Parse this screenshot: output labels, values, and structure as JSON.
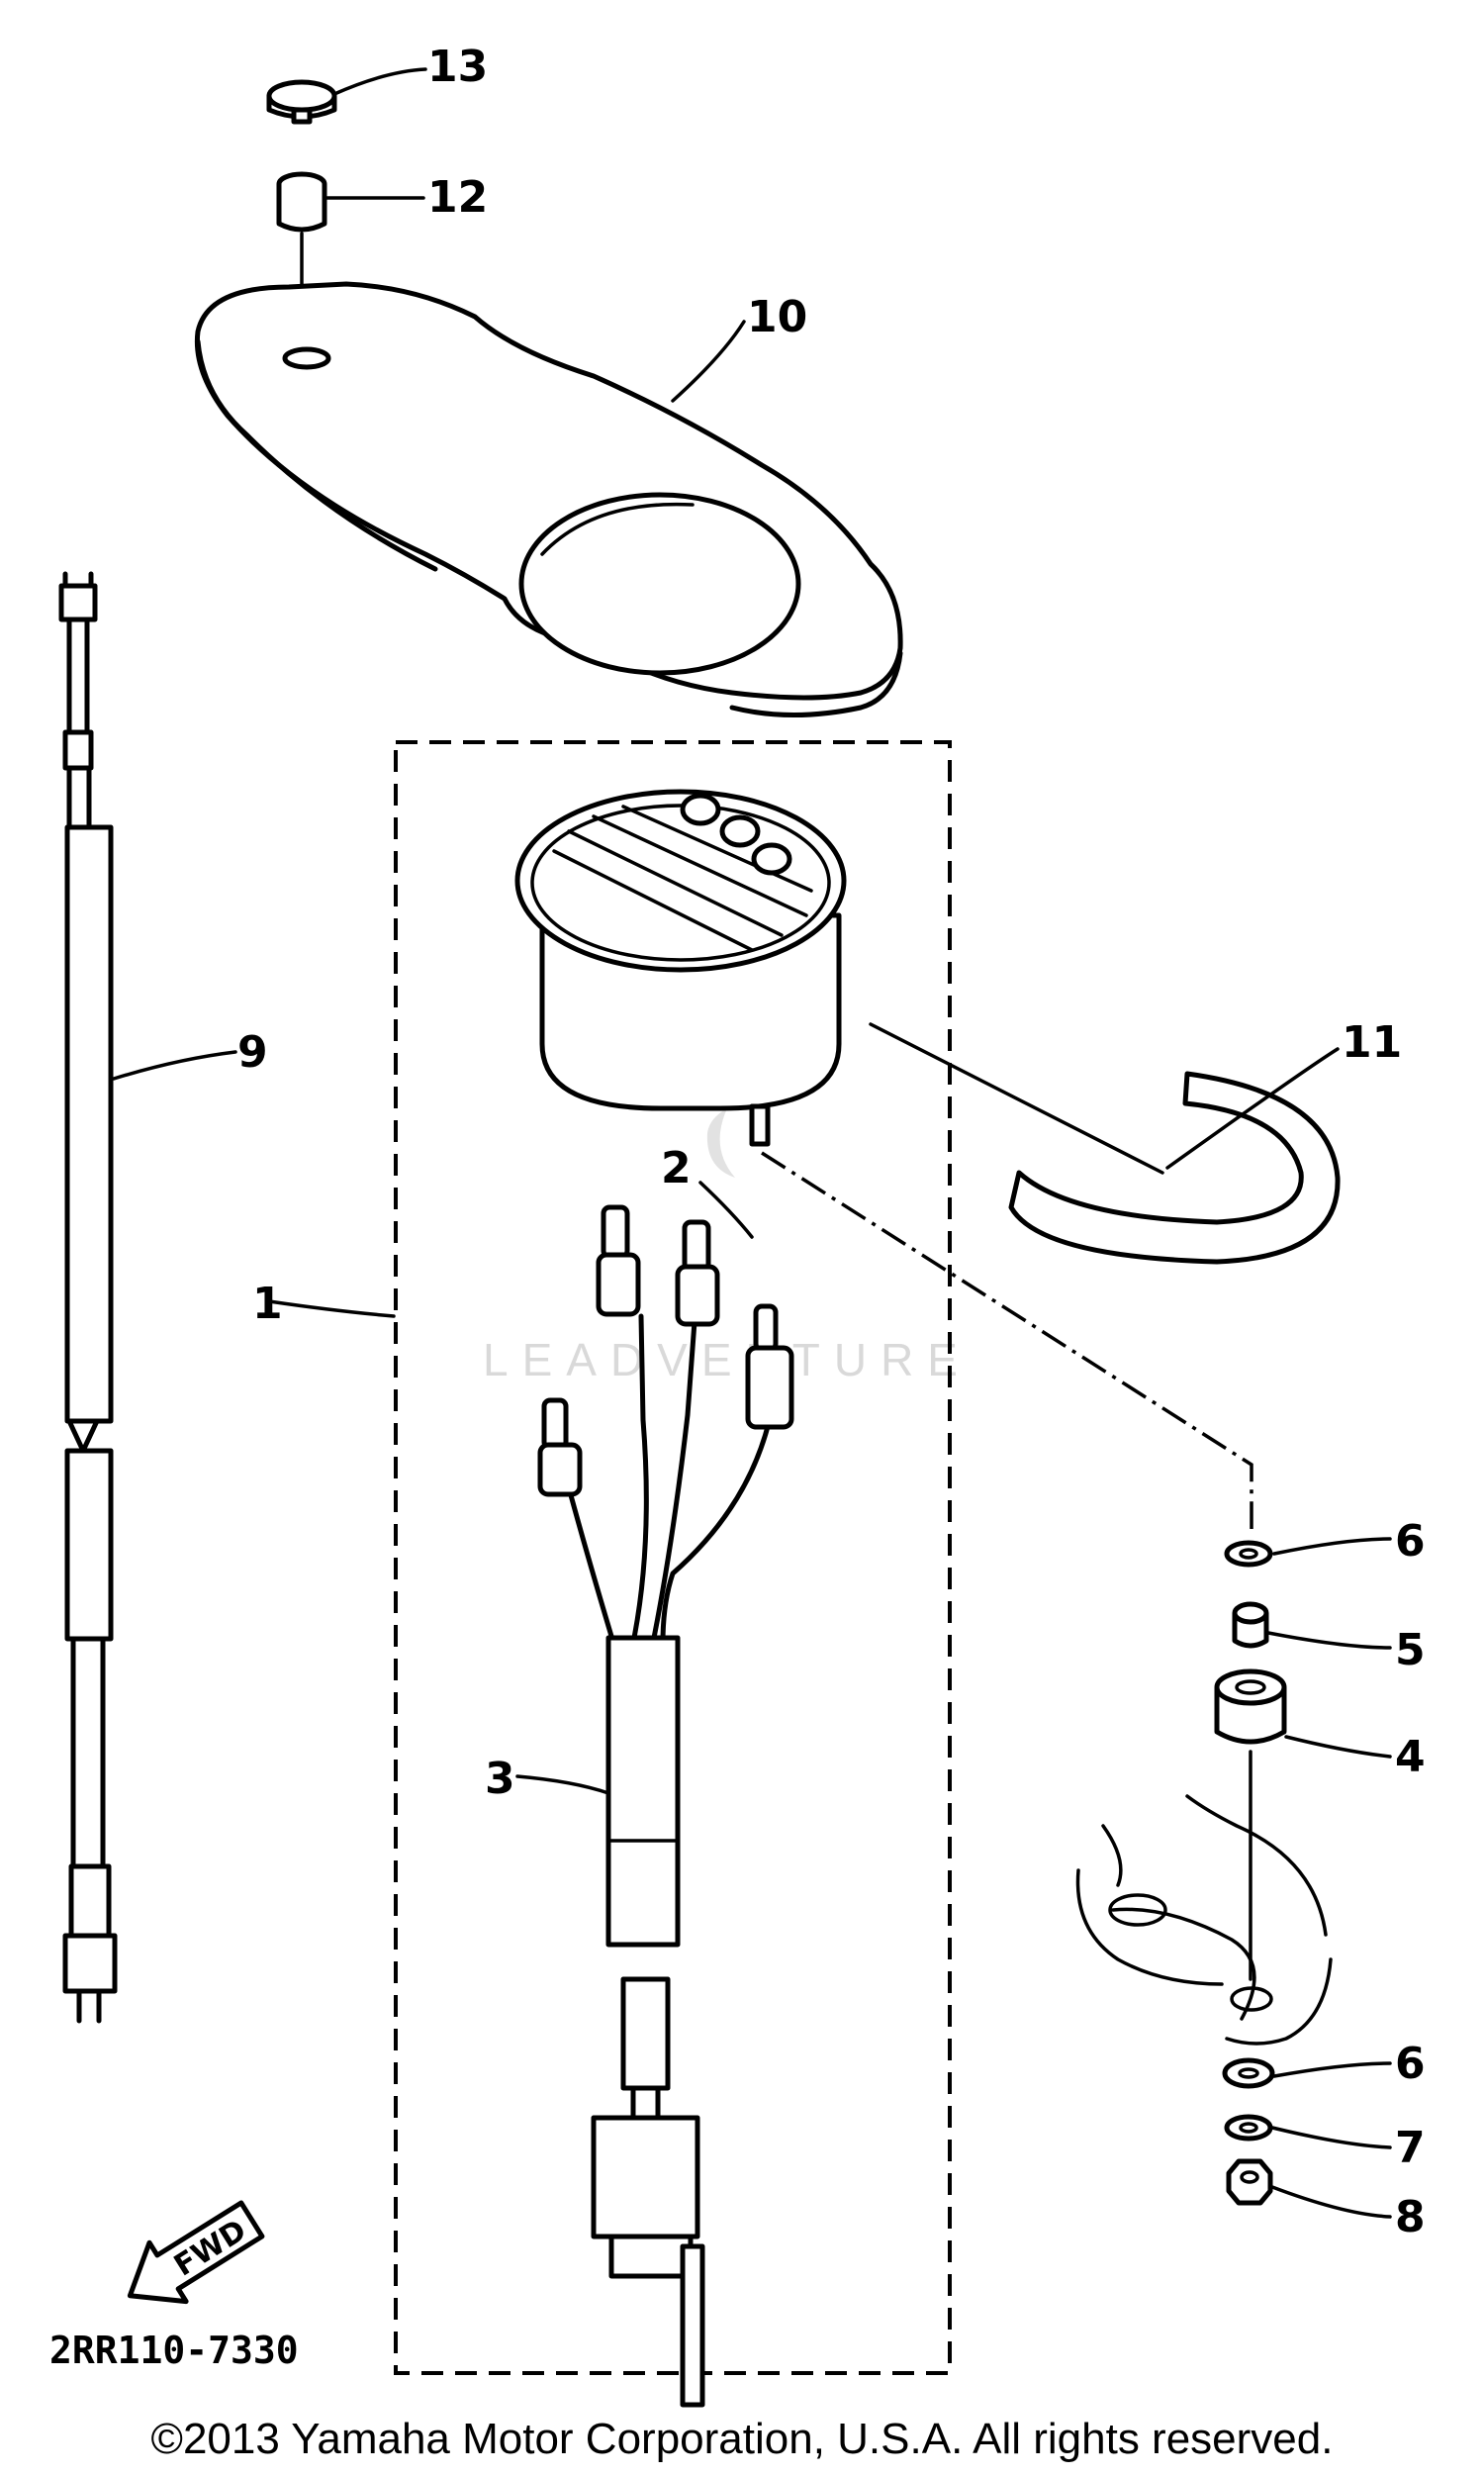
{
  "diagram_code": "2RR110-7330",
  "watermark": "LEADVENTURE",
  "copyright": "©2013 Yamaha Motor Corporation, U.S.A. All rights reserved.",
  "fwd_label": "FWD",
  "callouts": [
    {
      "id": "1",
      "label": "1"
    },
    {
      "id": "2",
      "label": "2"
    },
    {
      "id": "3",
      "label": "3"
    },
    {
      "id": "4",
      "label": "4"
    },
    {
      "id": "5",
      "label": "5"
    },
    {
      "id": "6a",
      "label": "6"
    },
    {
      "id": "6b",
      "label": "6"
    },
    {
      "id": "7",
      "label": "7"
    },
    {
      "id": "8",
      "label": "8"
    },
    {
      "id": "9",
      "label": "9"
    },
    {
      "id": "10",
      "label": "10"
    },
    {
      "id": "11",
      "label": "11"
    },
    {
      "id": "12",
      "label": "12"
    },
    {
      "id": "13",
      "label": "13"
    }
  ]
}
